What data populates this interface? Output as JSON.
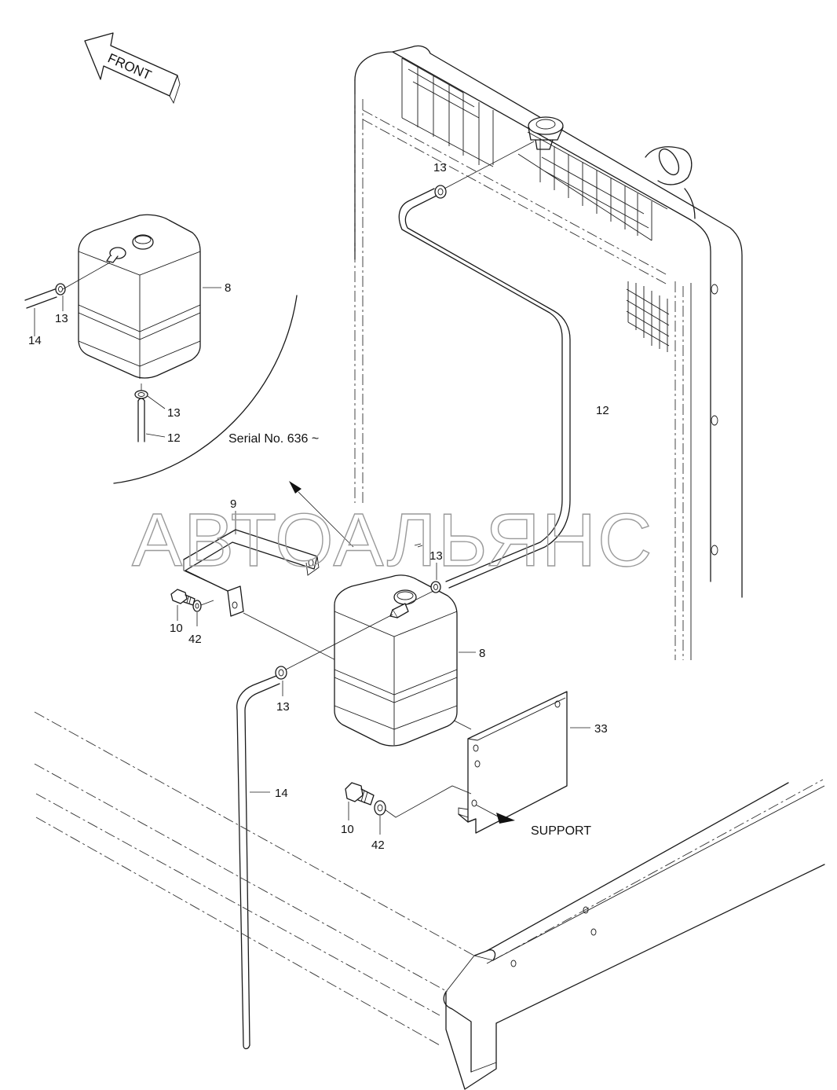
{
  "diagram": {
    "front_label": "FRONT",
    "serial_note": "Serial No. 636 ~",
    "support_label": "SUPPORT",
    "watermark": "АВТОАЛЬЯНС",
    "callouts": {
      "inset_tank": "8",
      "inset_clamp_top": "13",
      "inset_hose_14": "14",
      "inset_clamp_bottom": "13",
      "inset_hose_12": "12",
      "radiator_clamp": "13",
      "hose_12": "12",
      "bracket_9": "9",
      "tank_clamp_top": "13",
      "bolt_upper": "10",
      "washer_upper": "42",
      "tank_main": "8",
      "tank_clamp_bottom": "13",
      "support_plate": "33",
      "hose_14": "14",
      "bolt_lower": "10",
      "washer_lower": "42"
    }
  }
}
